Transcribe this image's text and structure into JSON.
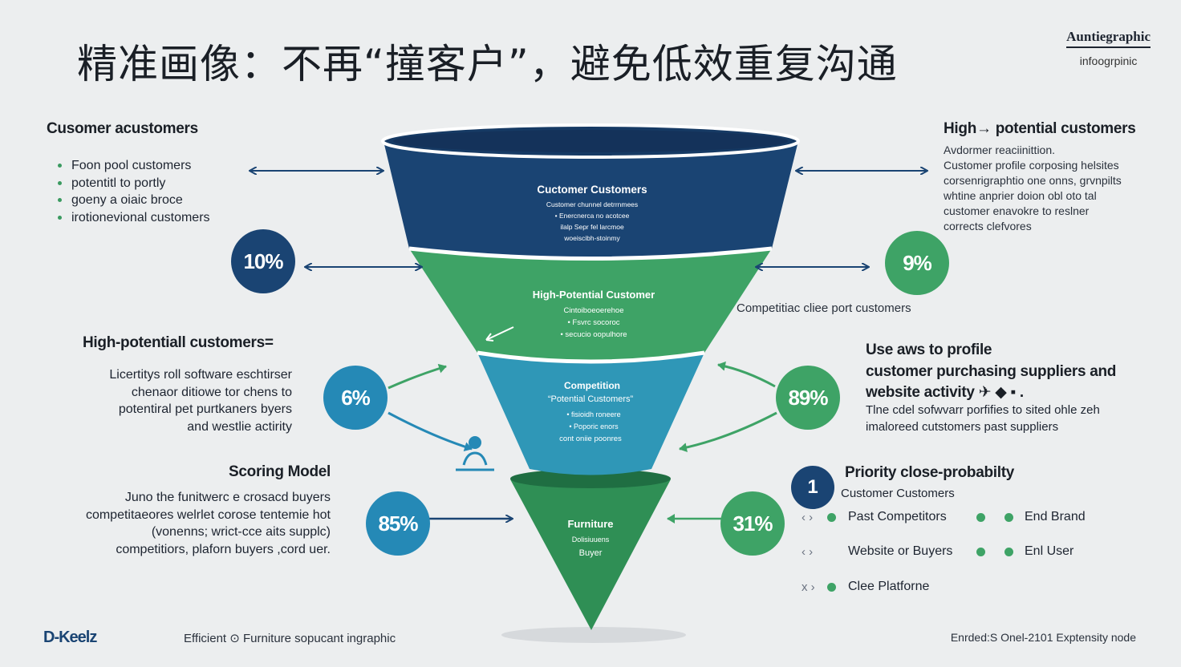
{
  "header": {
    "title": "精准画像：不再“撞客户”，避免低效重复沟通",
    "brand_line1": "Auntiegraphic",
    "brand_line2": "infoogrpinic"
  },
  "left": {
    "block1": {
      "heading": "Cusomer acustomers",
      "bullets": [
        "Foon pool customers",
        "potentitl to portly",
        "goeny a oiaic broce",
        "irotionevional customers"
      ],
      "percent": "10%"
    },
    "block2": {
      "heading": "High-potentiall customers=",
      "lines": [
        "Licertitys roll software eschtirser",
        "chenaor ditiowe tor chens to",
        "potentiral pet purtkaners byers",
        "and westlie actirity"
      ],
      "percent": "6%"
    },
    "block3": {
      "heading": "Scoring Model",
      "lines": [
        "Juno the funitwerc e crosacd buyers",
        "competitaeores welrlet corose tentemie hot",
        "(vonenns; wrict-cce aits supplc)",
        "competitiors, plaforn buyers ,cord uer."
      ],
      "percent": "85%"
    }
  },
  "right": {
    "block1": {
      "heading": "High→ potential customers",
      "lines": [
        "Avdormer reaciinittion.",
        "Customer profile corposing helsites",
        "corsenrigraphtio one onns, grvnpilts",
        "whtine anprier doion obl oto tal",
        "customer enavokre to reslner",
        "corrects clefvores"
      ],
      "percent": "9%",
      "caption": "Competitiac cliee port customers"
    },
    "block2": {
      "heading_lines": [
        "Use aws to profile",
        "customer purchasing suppliers and",
        "website activity ✈ ◆ ▪ ."
      ],
      "lines": [
        "Tlne cdel sofwvarr porfifies to sited ohle zeh",
        "imaloreed cutstomers past suppliers"
      ],
      "percent": "89%"
    },
    "block3": {
      "badge": "1",
      "heading": "Priority close-probabilty",
      "subheading": "Customer Customers",
      "rows": [
        {
          "marker": "‹ ›",
          "left": "Past Competitors",
          "right": "End Brand"
        },
        {
          "marker": "‹ ›",
          "left": "Website or Buyers",
          "right": "Enl User"
        },
        {
          "marker": "x ›",
          "left": "Clee Platforne",
          "right": ""
        }
      ],
      "percent": "31%"
    }
  },
  "funnel": {
    "stage1": {
      "title": "Cuctomer Customers",
      "lines": [
        "Customer chunnel detrrnmees",
        "• Enercnerca no acotcee",
        "ilalp Sepr fel larcmoe",
        "woeiscibh-stoinmy"
      ],
      "color": "#1a4473"
    },
    "stage2": {
      "title": "High-Potential Customer",
      "lines": [
        "Cintoiboeoerehoe",
        "• Fsvrc socoroc",
        "• secucio oopulhore"
      ],
      "color": "#3ea366"
    },
    "stage3": {
      "title": "Competition",
      "subtitle": "“Potential Customers”",
      "lines": [
        "• fisioidh roneere",
        "• Poporic enors",
        "cont oniie poonres"
      ],
      "color": "#2f97b7"
    },
    "stage4": {
      "title": "Furniture",
      "lines": [
        "Dolisiuuens",
        "Buyer"
      ],
      "color": "#2f8f55"
    }
  },
  "footer": {
    "logo": "D-Keelz",
    "center": "Efficient ⊙ Furniture sopucant ingraphic",
    "right": "Enrded:S Onel-2101 Exptensity node"
  },
  "colors": {
    "navy": "#1a4473",
    "green": "#3ea366",
    "teal": "#2f97b7",
    "blue": "#2589b6",
    "background": "#eceeef"
  }
}
